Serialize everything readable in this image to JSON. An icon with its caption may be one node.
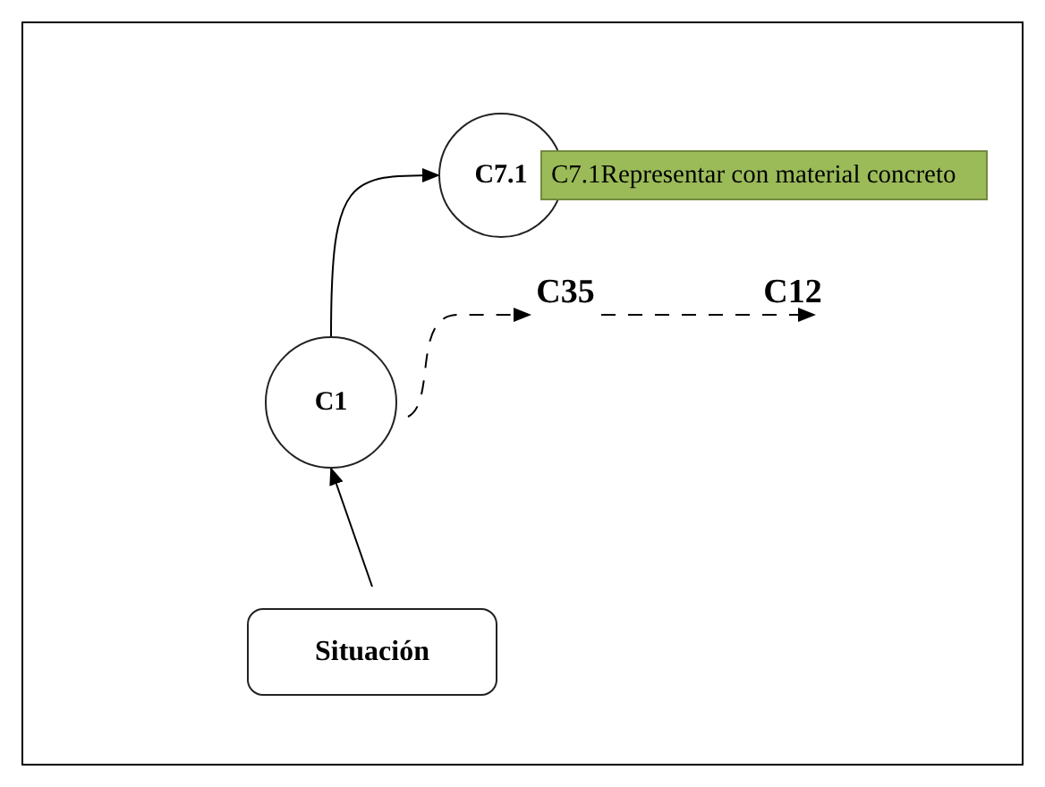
{
  "diagram": {
    "nodes": [
      {
        "text": [
          "C7.1"
        ]
      },
      {
        "text": [
          "C7.1Representar con material concreto"
        ]
      },
      {
        "text": [
          "C1"
        ]
      },
      {
        "text": [
          "C35"
        ]
      },
      {
        "text": [
          "C12"
        ]
      },
      {
        "text": [
          "Situación"
        ]
      }
    ],
    "edges": [
      {
        "from": 2,
        "to": 0,
        "arrow": "to"
      },
      {
        "from": 2,
        "to": 3,
        "arrow": "to",
        "style": "dashed"
      },
      {
        "from": 3,
        "to": 4,
        "arrow": "to",
        "style": "dashed"
      },
      {
        "from": 5,
        "to": 2,
        "arrow": "to"
      }
    ]
  }
}
